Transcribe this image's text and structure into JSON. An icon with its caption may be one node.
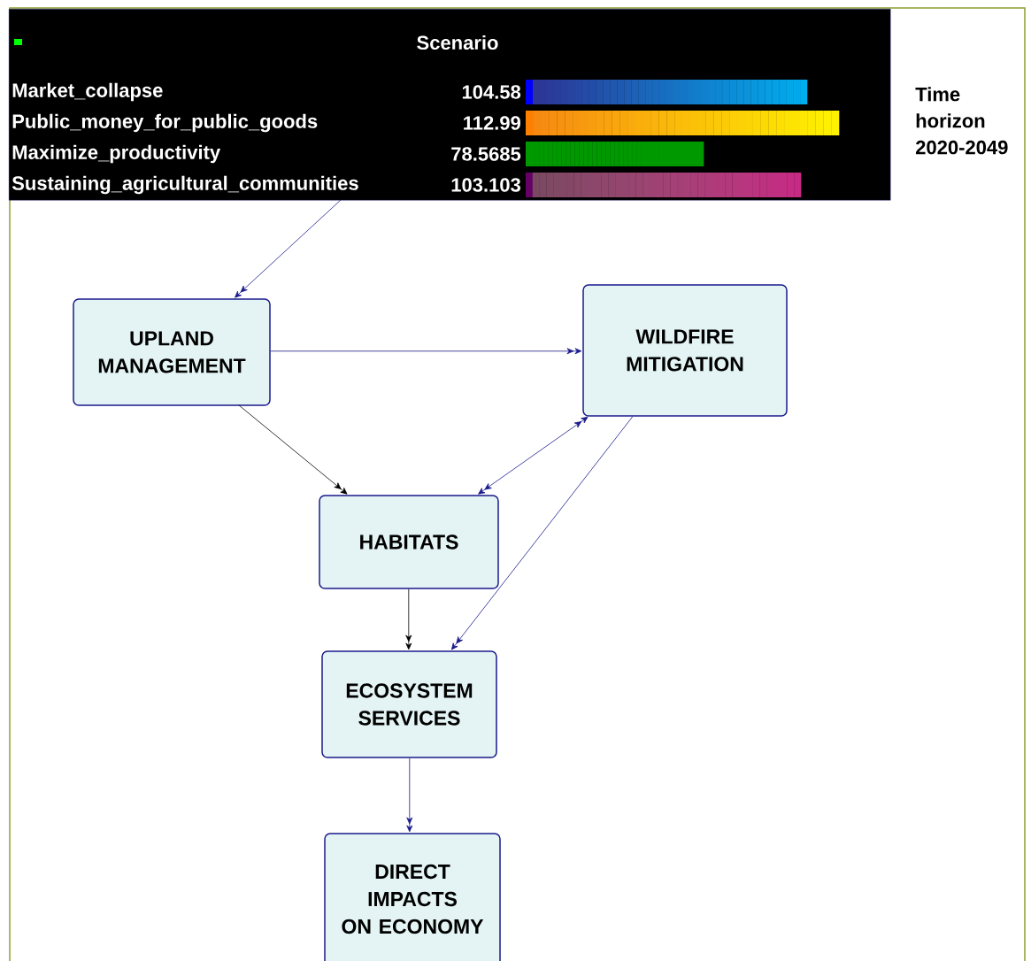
{
  "diagram": {
    "nodes": [
      {
        "text": [
          "Scenario"
        ]
      },
      {
        "text": [
          "UPLAND MANAGEMENT"
        ]
      },
      {
        "text": [
          "WILDFIRE MITIGATION"
        ]
      },
      {
        "text": [
          "HABITATS"
        ]
      },
      {
        "text": [
          "ECOSYSTEM SERVICES"
        ]
      },
      {
        "text": [
          "DIRECT IMPACTS ON ECONOMY"
        ]
      }
    ],
    "edges": [
      {
        "from": 0,
        "to": 1,
        "arrow": "to"
      },
      {
        "from": 1,
        "to": 2,
        "arrow": "to"
      },
      {
        "from": 1,
        "to": 3,
        "arrow": "to",
        "color": "#000000"
      },
      {
        "from": 2,
        "to": 3,
        "arrow": "both"
      },
      {
        "from": 2,
        "to": 4,
        "arrow": "to"
      },
      {
        "from": 3,
        "to": 4,
        "arrow": "to",
        "color": "#000000"
      },
      {
        "from": 4,
        "to": 5,
        "arrow": "to"
      }
    ],
    "labels": [
      "Market_collapse",
      "104.58",
      "Public_money_for_public_goods",
      "112.99",
      "Maximize_productivity",
      "78.5685",
      "Sustaining_agricultural_communities",
      "103.103",
      "Time horizon 2020-2049"
    ]
  }
}
